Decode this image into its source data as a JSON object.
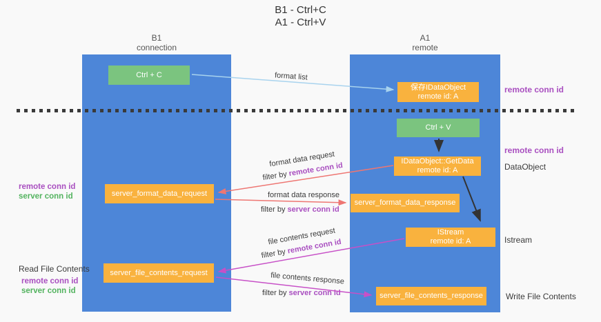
{
  "title": {
    "line1": "B1 - Ctrl+C",
    "line2": "A1 - Ctrl+V"
  },
  "lanes": {
    "b1": {
      "title": "B1",
      "subtitle": "connection"
    },
    "a1": {
      "title": "A1",
      "subtitle": "remote"
    }
  },
  "nodes": {
    "ctrl_c": {
      "label": "Ctrl + C"
    },
    "ctrl_v": {
      "label": "Ctrl + V"
    },
    "save_dataobject": {
      "line1": "保存IDataObject",
      "line2": "remote id: A"
    },
    "getdata": {
      "line1": "IDataObject::GetData",
      "line2": "remote id: A"
    },
    "istream": {
      "line1": "IStream",
      "line2": "remote id: A"
    },
    "format_request": {
      "label": "server_format_data_request"
    },
    "format_response": {
      "label": "server_format_data_response"
    },
    "file_request": {
      "label": "server_file_contents_request"
    },
    "file_response": {
      "label": "server_file_contents_response"
    }
  },
  "edge_labels": {
    "format_list": "format list",
    "format_data_request": "format data request",
    "format_data_response": "format data response",
    "file_contents_request": "file contents request",
    "file_contents_response": "file contents response",
    "filter_by": "filter by ",
    "remote_conn_id": "remote conn id",
    "server_conn_id": "server conn id"
  },
  "annotations": {
    "right_remote_conn_id_top": "remote conn id",
    "right_remote_conn_id_mid": "remote conn id",
    "right_dataobject": "DataObject",
    "right_istream": "Istream",
    "right_write_file_contents": "Write File Contents",
    "left_remote_conn_id_1": "remote conn id",
    "left_server_conn_id_1": "server conn id",
    "left_read_file_contents": "Read File Contents",
    "left_remote_conn_id_2": "remote conn id",
    "left_server_conn_id_2": "server conn id"
  },
  "colors": {
    "background": "#f9f9f9",
    "lane_fill": "#4d86d8",
    "green_node": "#7bc47f",
    "orange_node": "#f9b23e",
    "arrow_light_blue": "#a8d3ee",
    "arrow_black": "#333333",
    "arrow_red": "#ee7672",
    "arrow_magenta": "#c750c7",
    "purple_text": "#a94fc0",
    "green_text": "#53b35f",
    "divider": "#3a3a3a"
  }
}
